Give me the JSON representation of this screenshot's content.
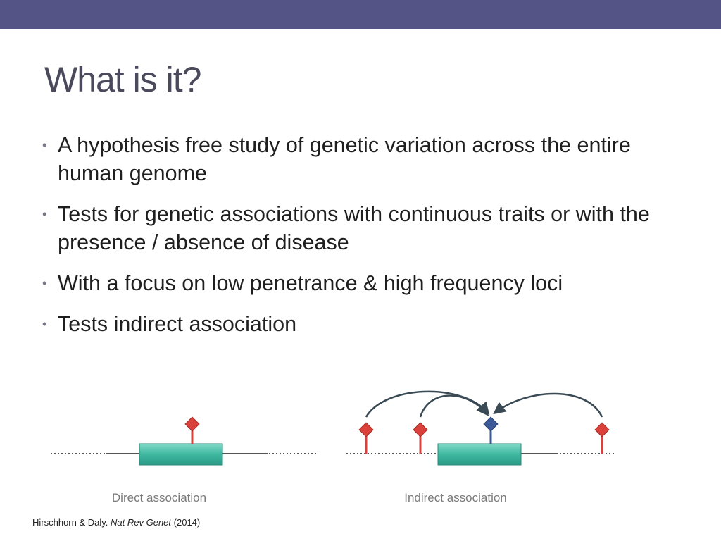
{
  "slide": {
    "title": "What is it?",
    "bullets": [
      "A hypothesis free study of genetic variation across the entire human genome",
      "Tests for genetic associations with continuous traits or with the presence / absence of disease",
      "With a focus on low penetrance & high frequency loci",
      "Tests indirect association"
    ]
  },
  "figure": {
    "direct_caption": "Direct association",
    "indirect_caption": "Indirect association"
  },
  "citation": {
    "authors": "Hirschhorn & Daly.",
    "journal": "Nat Rev Genet",
    "year": "(2014)"
  },
  "colors": {
    "header_bar": "#545486",
    "gene_box": "#3fb8a0",
    "marker_red": "#d9413a",
    "marker_blue": "#3c5a9a"
  }
}
